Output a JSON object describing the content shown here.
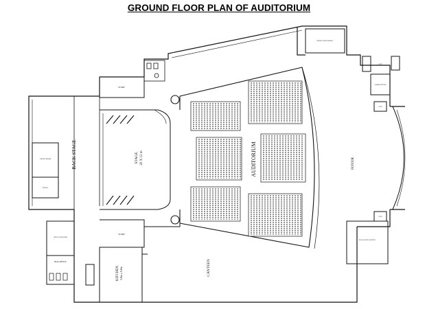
{
  "title": "GROUND FLOOR PLAN OF AUDITORIUM",
  "rooms": {
    "back_stage": "BACK STAGE",
    "stage": "STAGE",
    "stage_size": "20 X 12 m",
    "auditorium": "AUDITORIUM",
    "foyer": "FOYER",
    "canteen": "CANTEEN",
    "kitchen": "KITCHEN",
    "kitchen_size": "3.8m x 9.8m",
    "store_1": "STORE",
    "store_2": "STORE",
    "green_room": "GREEN ROOM",
    "toilet": "TOILET",
    "projection_room": "PROJECTION ROOM",
    "box_office": "BOX OFFICE",
    "lift_1": "LIFT",
    "lift_2": "LIFT",
    "lift_3": "LIFT",
    "admin_office": "ADMIN OFFICE",
    "manager_office": "MANAGER'S OFFICE",
    "first_aid_room": "FIRST AID ROOM"
  },
  "colors": {
    "line": "#111111",
    "background": "#ffffff"
  }
}
